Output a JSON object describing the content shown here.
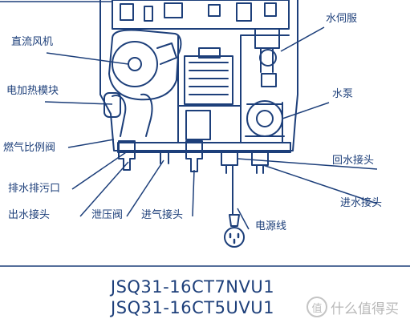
{
  "labels": {
    "water_servo": "水伺服",
    "dc_fan": "直流风机",
    "heater_module": "电加热模块",
    "water_pump": "水泵",
    "gas_valve": "燃气比例阀",
    "drain": "排水排污口",
    "return_joint": "回水接头",
    "outlet_joint": "出水接头",
    "relief_valve": "泄压阀",
    "gas_inlet": "进气接头",
    "inlet_joint": "进水接头",
    "power_cord": "电源线"
  },
  "models": [
    "JSQ31-16CT7NVU1",
    "JSQ31-16CT5UVU1"
  ],
  "watermark": {
    "symbol": "值",
    "text": "什么值得买"
  },
  "colors": {
    "line": "#1d3f7a",
    "fill": "#ffffff",
    "background": "#ffffff"
  }
}
